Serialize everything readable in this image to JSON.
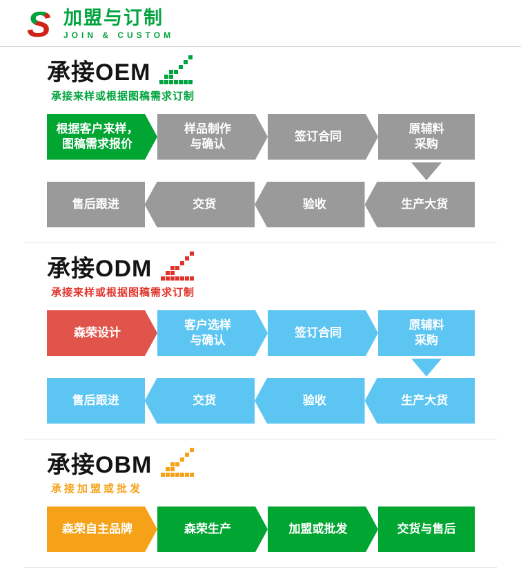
{
  "header": {
    "logo_letter": "S",
    "title": "加盟与订制",
    "subtitle": "JOIN & CUSTOM"
  },
  "palette": {
    "brand_green": "#00a33e",
    "flow_green": "#00a532",
    "gray": "#9a9a9a",
    "red": "#e0544b",
    "red_text": "#e13228",
    "blue": "#5cc5f2",
    "orange": "#f5a218",
    "divider": "#e3e3e3"
  },
  "sections": [
    {
      "title": "承接OEM",
      "subtitle": "承接来样或根据图稿需求订制",
      "row1": [
        [
          "根据客户来样，",
          "图稿需求报价"
        ],
        [
          "样品制作",
          "与确认"
        ],
        [
          "签订合同"
        ],
        [
          "原辅料",
          "采购"
        ]
      ],
      "row2": [
        [
          "售后跟进"
        ],
        [
          "交货"
        ],
        [
          "验收"
        ],
        [
          "生产大货"
        ]
      ]
    },
    {
      "title": "承接ODM",
      "subtitle": "承接来样或根据图稿需求订制",
      "row1": [
        [
          "森荣设计"
        ],
        [
          "客户选样",
          "与确认"
        ],
        [
          "签订合同"
        ],
        [
          "原辅料",
          "采购"
        ]
      ],
      "row2": [
        [
          "售后跟进"
        ],
        [
          "交货"
        ],
        [
          "验收"
        ],
        [
          "生产大货"
        ]
      ]
    },
    {
      "title": "承接OBM",
      "subtitle": "承接加盟或批发",
      "row1": [
        [
          "森荣自主品牌"
        ],
        [
          "森荣生产"
        ],
        [
          "加盟或批发"
        ],
        [
          "交货与售后"
        ]
      ]
    }
  ]
}
